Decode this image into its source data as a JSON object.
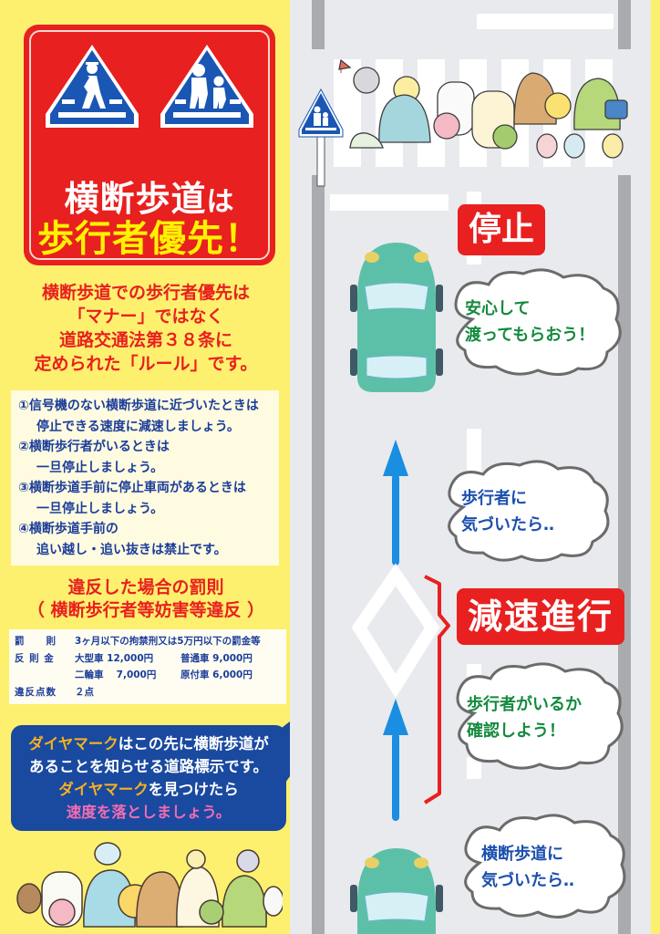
{
  "poster": {
    "theme_colors": {
      "background_yellow": "#fdf06e",
      "accent_red": "#e8201f",
      "sign_blue": "#1a56b4",
      "text_blue": "#1b3d9a",
      "callout_navy": "#1a49a0",
      "highlight_orange": "#f7b21c",
      "highlight_pink": "#f06cb3",
      "road_gray": "#e9eaee",
      "car_teal": "#5cc0a8",
      "arrow_blue": "#1a8ee0",
      "bubble_green_text": "#138a3d"
    },
    "header_sign": {
      "icons": [
        "pedestrian-crossing-sign-icon",
        "school-crossing-sign-icon"
      ],
      "title_line1_main": "横断歩道",
      "title_line1_suffix": "は",
      "title_line2": "歩行者優先！"
    },
    "rule_statement": {
      "lines": [
        "横断歩道での歩行者優先は",
        "「マナー」ではなく",
        "道路交通法第３８条に",
        "定められた「ルール」です。"
      ]
    },
    "rules_list": {
      "items": [
        {
          "line1": "①信号機のない横断歩道に近づいたときは",
          "line2": "停止できる速度に減速しましょう。"
        },
        {
          "line1": "②横断歩行者がいるときは",
          "line2": "一旦停止しましょう。"
        },
        {
          "line1": "③横断歩道手前に停止車両があるときは",
          "line2": "一旦停止しましょう。"
        },
        {
          "line1": "④横断歩道手前の",
          "line2": "追い越し・追い抜きは禁止です。"
        }
      ]
    },
    "penalty": {
      "title_line1": "違反した場合の罰則",
      "title_line2": "（ 横断歩行者等妨害等違反 ）",
      "rows": [
        {
          "label": "罰　　則",
          "cells": [
            "3ヶ月以下の拘禁刑又は5万円以下の罰金等"
          ]
        },
        {
          "label": "反 則 金",
          "cells": [
            "大型車 12,000円",
            "普通車 9,000円"
          ]
        },
        {
          "label": "",
          "cells": [
            "二輪車　 7,000円",
            "原付車 6,000円"
          ]
        },
        {
          "label": "違反点数",
          "cells": [
            "２点"
          ]
        }
      ]
    },
    "diamond_callout": {
      "line1_highlight": "ダイヤマーク",
      "line1_rest": "はこの先に横断歩道が",
      "line2": "あることを知らせる道路標示です。",
      "line3_highlight": "ダイヤマーク",
      "line3_rest": "を見つけたら",
      "line4": "速度を落としましょう。"
    },
    "road_scene": {
      "stop_label": "停止",
      "slow_label": "減速進行",
      "bubbles": [
        {
          "id": "stop",
          "line1": "安心して",
          "line2": "渡ってもらおう！",
          "color": "green"
        },
        {
          "id": "notice-pedestrian",
          "line1": "歩行者に",
          "line2": "気づいたら‥",
          "color": "blue"
        },
        {
          "id": "check-pedestrian",
          "line1": "歩行者がいるか",
          "line2": "確認しよう！",
          "color": "green"
        },
        {
          "id": "notice-crosswalk",
          "line1": "横断歩道に",
          "line2": "気づいたら‥",
          "color": "blue"
        }
      ]
    }
  }
}
